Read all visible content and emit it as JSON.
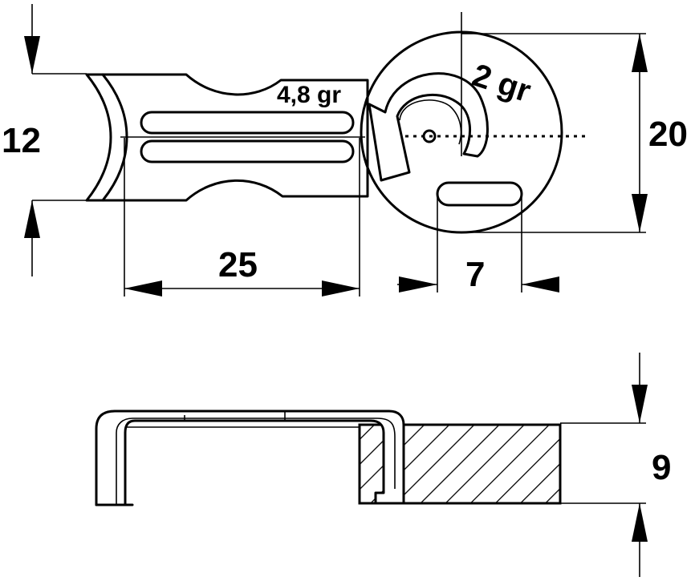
{
  "dimensions": {
    "height_left": "12",
    "length": "25",
    "slot_width": "7",
    "diameter": "20",
    "thickness": "9"
  },
  "weights": {
    "body_weight": "4,8 gr",
    "disc_weight": "2 gr"
  }
}
